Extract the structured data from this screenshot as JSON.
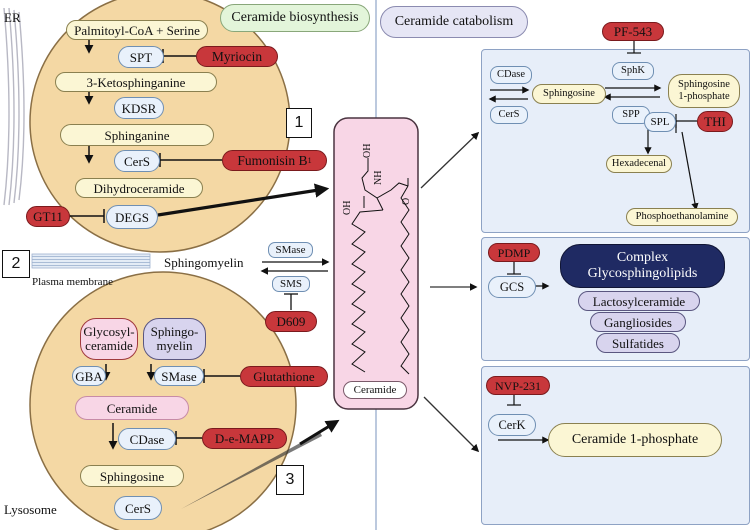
{
  "er": {
    "label": "ER",
    "palmitoyl": "Palmitoyl-CoA + Serine",
    "spt": "SPT",
    "myriocin": "Myriocin",
    "ketosphinganine": "3-Ketosphinganine",
    "kdsr": "KDSR",
    "sphinganine": "Sphinganine",
    "cers": "CerS",
    "fumonisin": "Fumonisin B",
    "fumonisin_sub": "1",
    "dihydroceramide": "Dihydroceramide",
    "gt11": "GT11",
    "degs": "DEGS"
  },
  "headers": {
    "biosynthesis": "Ceramide biosynthesis",
    "catabolism": "Ceramide catabolism"
  },
  "pathway_numbers": {
    "one": "1",
    "two": "2",
    "three": "3"
  },
  "membrane": {
    "label": "Plasma membrane",
    "sphingomyelin": "Sphingomyelin",
    "smase": "SMase",
    "sms": "SMS",
    "d609": "D609"
  },
  "lysosome": {
    "label": "Lysosome",
    "glycosylceramide_1": "Glycosyl-",
    "glycosylceramide_2": "ceramide",
    "sphingomyelin_1": "Sphingo-",
    "sphingomyelin_2": "myelin",
    "gba": "GBA",
    "smase": "SMase",
    "glutathione": "Glutathione",
    "ceramide": "Ceramide",
    "cdase": "CDase",
    "demapp": "D-e-MAPP",
    "sphingosine": "Sphingosine",
    "cers": "CerS"
  },
  "center": {
    "ceramide_label": "Ceramide",
    "oh_top": "OH",
    "oh_mid": "OH",
    "nh": "NH",
    "o": "O"
  },
  "panel_top": {
    "pf543": "PF-543",
    "cdase": "CDase",
    "cers": "CerS",
    "sphingosine": "Sphingosine",
    "sphk": "SphK",
    "spp": "SPP",
    "s1p_1": "Sphingosine",
    "s1p_2": "1-phosphate",
    "spl": "SPL",
    "thi": "THI",
    "hexadecenal": "Hexadecenal",
    "phosphoethanolamine": "Phosphoethanolamine"
  },
  "panel_mid": {
    "pdmp": "PDMP",
    "gcs": "GCS",
    "complex_1": "Complex",
    "complex_2": "Glycosphingolipids",
    "lactosylceramide": "Lactosylceramide",
    "gangliosides": "Gangliosides",
    "sulfatides": "Sulfatides"
  },
  "panel_bot": {
    "nvp": "NVP-231",
    "cerk": "CerK",
    "c1p": "Ceramide 1-phosphate"
  }
}
